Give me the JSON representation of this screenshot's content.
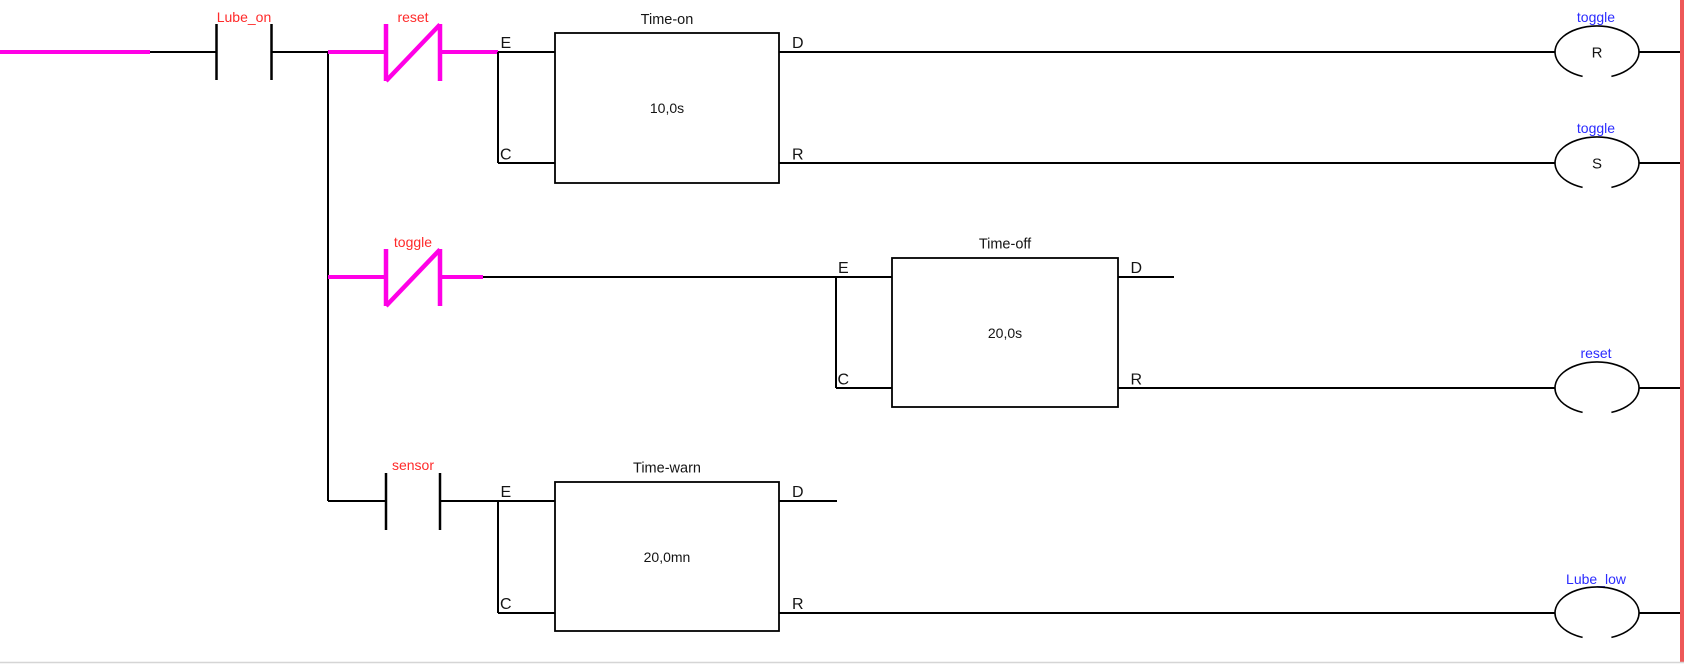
{
  "colors": {
    "background": "#ffffff",
    "wire": "#000000",
    "active_wire": "#ff00e6",
    "contact_label": "#ff2a2a",
    "coil_label": "#2b2bff",
    "right_power_rail": "#ee5858",
    "rung_separator": "#d5d5d5"
  },
  "ports": {
    "enable": "E",
    "control": "C",
    "done": "D",
    "reset": "R"
  },
  "rungs": [
    {
      "contacts": [
        {
          "label": "Lube_on",
          "type": "normally-open",
          "active": false
        },
        {
          "label": "reset",
          "type": "normally-closed",
          "active": true
        }
      ],
      "timer": {
        "title": "Time-on",
        "preset": "10,0s"
      },
      "coils": [
        {
          "label": "toggle",
          "symbol": "R"
        },
        {
          "label": "toggle",
          "symbol": "S"
        }
      ]
    },
    {
      "contacts": [
        {
          "label": "toggle",
          "type": "normally-closed",
          "active": true
        }
      ],
      "timer": {
        "title": "Time-off",
        "preset": "20,0s"
      },
      "coils": [
        {
          "label": "reset",
          "symbol": ""
        }
      ]
    },
    {
      "contacts": [
        {
          "label": "sensor",
          "type": "normally-open",
          "active": false
        }
      ],
      "timer": {
        "title": "Time-warn",
        "preset": "20,0mn"
      },
      "coils": [
        {
          "label": "Lube_low",
          "symbol": ""
        }
      ]
    }
  ]
}
